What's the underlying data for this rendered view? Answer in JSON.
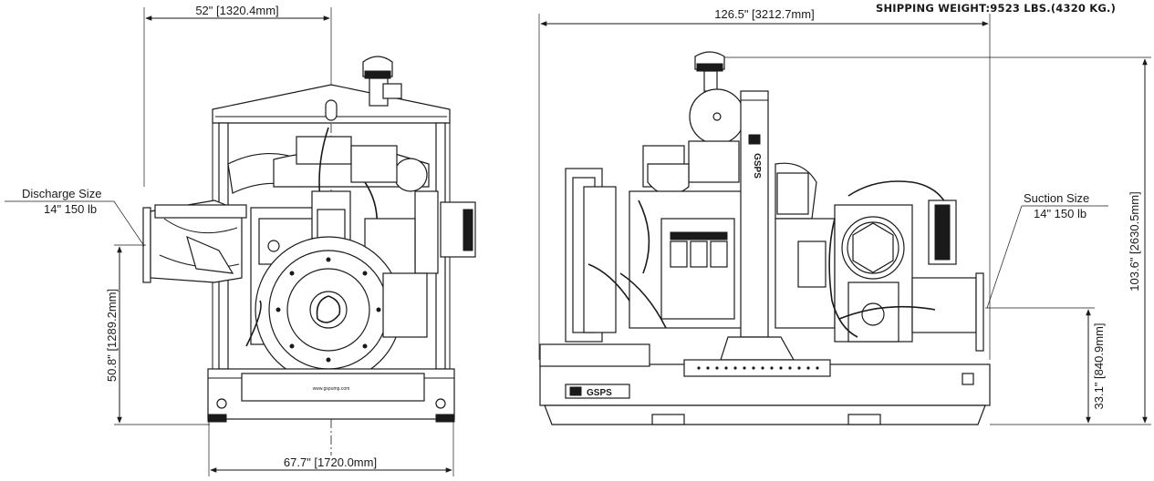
{
  "shipping_weight": "SHIPPING WEIGHT:9523 LBS.(4320 KG.)",
  "front_view": {
    "top_width_dim": "52\" [1320.4mm]",
    "base_width_dim": "67.7\" [1720.0mm]",
    "discharge_height_dim": "50.8\" [1289.2mm]",
    "discharge_label": "Discharge Size",
    "discharge_spec": "14\" 150 lb",
    "website_text": "www.gspump.com"
  },
  "side_view": {
    "length_dim": "126.5\" [3212.7mm]",
    "height_dim": "103.6\" [2630.5mm]",
    "suction_height_dim": "33.1\" [840.9mm]",
    "suction_label": "Suction Size",
    "suction_spec": "14\" 150 lb",
    "brand_vertical": "GSPS",
    "brand_badge": "GSPS"
  }
}
